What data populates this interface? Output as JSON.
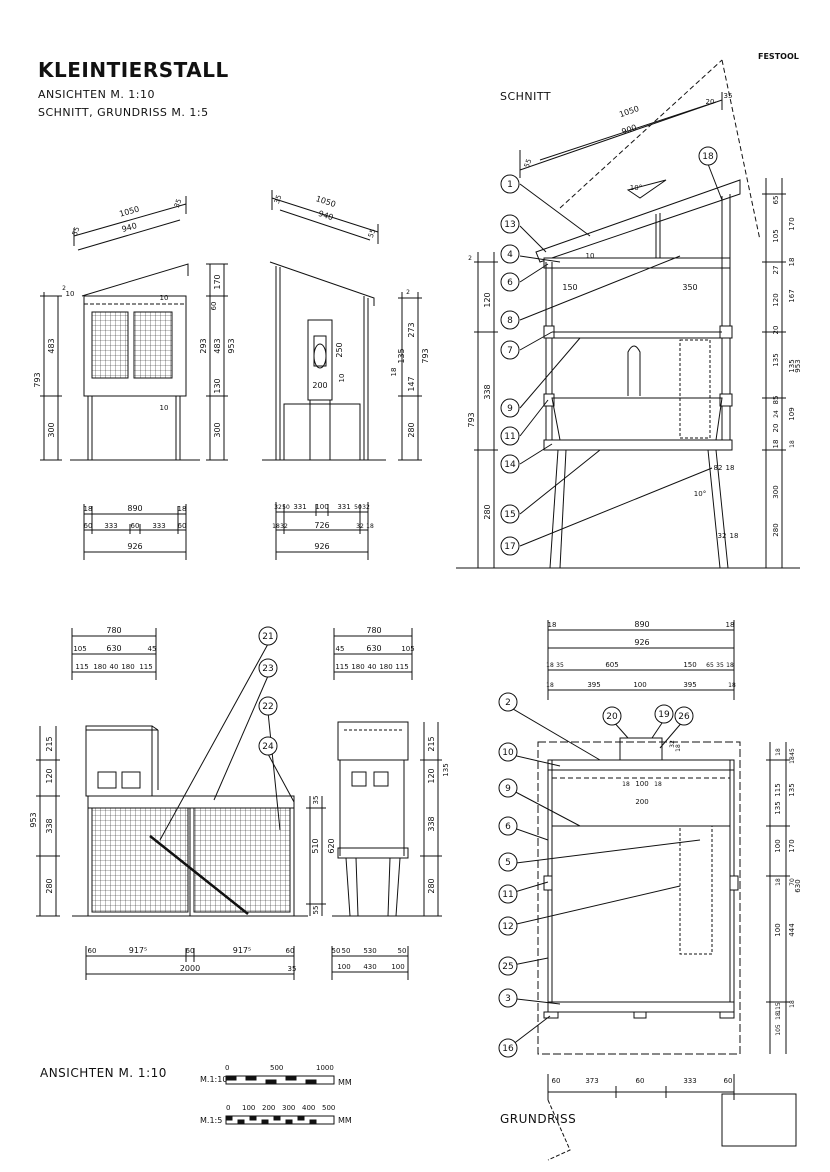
{
  "sheet": {
    "title": "KLEINTIERSTALL",
    "subtitle_1": "ANSICHTEN  M. 1:10",
    "subtitle_2": "SCHNITT, GRUNDRISS  M. 1:5",
    "brand": "FESTOOL",
    "label_schnitt": "SCHNITT",
    "label_grundriss": "GRUNDRISS",
    "label_ansichten": "ANSICHTEN  M. 1:10"
  },
  "scales": {
    "m10_label": "M.1:10",
    "m10_ticks": [
      "0",
      "500",
      "1000"
    ],
    "m5_label": "M.1:5",
    "m5_ticks": [
      "0",
      "100",
      "200",
      "300",
      "400",
      "500"
    ],
    "unit": "MM"
  },
  "view_front": {
    "top": [
      "1050",
      "940",
      "55",
      "35"
    ],
    "left": [
      "793",
      "483",
      "300",
      "10",
      "2"
    ],
    "right": [
      "170",
      "293",
      "483",
      "953",
      "130",
      "300",
      "60"
    ],
    "bottom_1": [
      "18",
      "890",
      "18"
    ],
    "bottom_2": [
      "60",
      "333",
      "60",
      "333",
      "60"
    ],
    "bottom_3": [
      "926"
    ],
    "inner": [
      "10",
      "10"
    ]
  },
  "view_side": {
    "top": [
      "1050",
      "940",
      "35",
      "55"
    ],
    "right": [
      "2",
      "273",
      "18",
      "135",
      "147",
      "280",
      "793"
    ],
    "inner": [
      "250",
      "200",
      "10"
    ],
    "bottom_1": [
      "32",
      "50",
      "331",
      "100",
      "331",
      "50",
      "32"
    ],
    "bottom_2": [
      "18",
      "32",
      "726",
      "32",
      "18"
    ],
    "bottom_3": [
      "926"
    ]
  },
  "section": {
    "top": [
      "1050",
      "900",
      "20",
      "35",
      "55",
      "10°"
    ],
    "left": [
      "120",
      "338",
      "793",
      "280",
      "2"
    ],
    "right_1": [
      "65",
      "105",
      "27",
      "120",
      "20",
      "135",
      "85",
      "24",
      "20",
      "18",
      "300",
      "280"
    ],
    "right_2": [
      "170",
      "18",
      "167",
      "135",
      "953",
      "109",
      "18"
    ],
    "inner": [
      "150",
      "350",
      "10",
      "82",
      "18",
      "10°",
      "32",
      "18"
    ],
    "callouts": [
      "1",
      "13",
      "4",
      "6",
      "8",
      "7",
      "9",
      "11",
      "14",
      "15",
      "17",
      "18"
    ]
  },
  "front_long": {
    "top_1": [
      "780"
    ],
    "top_2": [
      "105",
      "630",
      "45"
    ],
    "top_3": [
      "115",
      "180",
      "40",
      "180",
      "115"
    ],
    "left": [
      "215",
      "120",
      "953",
      "338",
      "280"
    ],
    "right": [
      "35",
      "510",
      "620",
      "55"
    ],
    "bottom_1": [
      "60",
      "917⁵",
      "60",
      "917⁵",
      "60"
    ],
    "bottom_2": [
      "2000",
      "35"
    ],
    "callouts": [
      "21",
      "23",
      "22",
      "24"
    ]
  },
  "side_small": {
    "top_1": [
      "780"
    ],
    "top_2": [
      "45",
      "630",
      "105"
    ],
    "top_3": [
      "115",
      "180",
      "40",
      "180",
      "115"
    ],
    "right": [
      "215",
      "120",
      "135",
      "338",
      "280"
    ],
    "bottom_1": [
      "50",
      "50",
      "530",
      "50"
    ],
    "bottom_2": [
      "100",
      "430",
      "100"
    ]
  },
  "plan": {
    "top_1": [
      "18",
      "890",
      "18"
    ],
    "top_2": [
      "926"
    ],
    "top_3": [
      "18",
      "35",
      "605",
      "150",
      "65",
      "35",
      "18"
    ],
    "top_4": [
      "18",
      "395",
      "100",
      "395",
      "18"
    ],
    "inner": [
      "18",
      "100",
      "18",
      "200",
      "32",
      "18"
    ],
    "right_1": [
      "18",
      "45",
      "115",
      "135",
      "100",
      "18",
      "100",
      "115",
      "18",
      "105"
    ],
    "right_2": [
      "18",
      "135",
      "170",
      "444",
      "630",
      "70",
      "18"
    ],
    "bottom": [
      "60",
      "373",
      "60",
      "333",
      "60"
    ],
    "callouts": [
      "2",
      "10",
      "9",
      "6",
      "5",
      "11",
      "12",
      "25",
      "3",
      "16",
      "20",
      "19",
      "26"
    ]
  }
}
